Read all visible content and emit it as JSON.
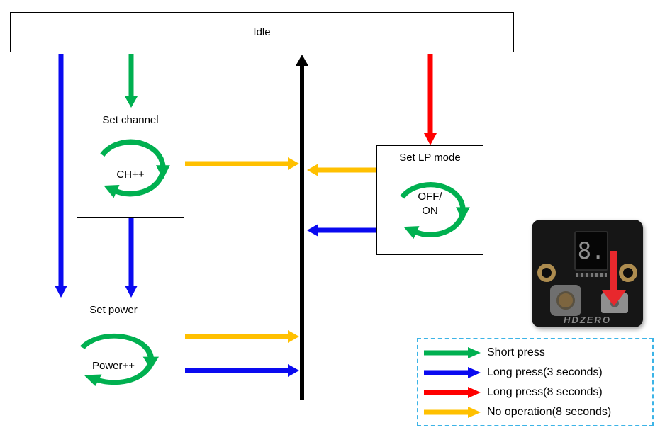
{
  "diagram": {
    "idle_label": "Idle",
    "set_channel": {
      "title": "Set channel",
      "loop_label": "CH++"
    },
    "set_lp_mode": {
      "title": "Set LP mode",
      "loop_label_line1": "OFF/",
      "loop_label_line2": "ON"
    },
    "set_power": {
      "title": "Set power",
      "loop_label": "Power++"
    }
  },
  "legend": {
    "items": [
      {
        "label": "Short press"
      },
      {
        "label": "Long press(3 seconds)"
      },
      {
        "label": "Long press(8 seconds)"
      },
      {
        "label": "No operation(8 seconds)"
      }
    ]
  },
  "colors": {
    "short_press": "#00b050",
    "long_press_3s": "#0a0af0",
    "long_press_8s": "#ff0000",
    "no_operation_8s": "#ffc000",
    "return_line": "#000000",
    "legend_border": "#3cb4e7"
  },
  "device": {
    "display_value": "8.",
    "logo": "HDZERO"
  }
}
